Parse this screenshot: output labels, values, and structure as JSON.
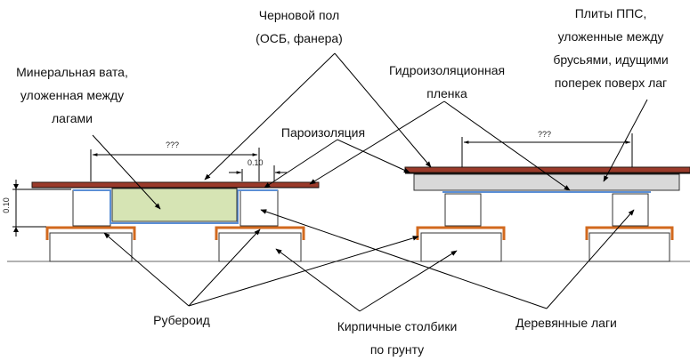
{
  "labels": {
    "subfloor_1": "Черновой пол",
    "subfloor_2": "(ОСБ, фанера)",
    "eps_1": "Плиты ППС,",
    "eps_2": "уложенные между",
    "eps_3": "брусьями, идущими",
    "eps_4": "поперек поверх лаг",
    "mineral_1": "Минеральная вата,",
    "mineral_2": "уложенная между",
    "mineral_3": "лагами",
    "waterproof_1": "Гидроизоляционная",
    "waterproof_2": "пленка",
    "vapor": "Пароизоляция",
    "ruberoid": "Рубероид",
    "piers_1": "Кирпичные столбики",
    "piers_2": "по грунту",
    "joists": "Деревянные лаги"
  },
  "dimensions": {
    "span_left": "???",
    "span_right": "???",
    "gap": "0.10",
    "height": "0.10"
  },
  "colors": {
    "subfloor": "#9a3a2a",
    "subfloor_dark": "#2a1a12",
    "insulation": "#d6e4b4",
    "eps_board": "#d9d9d9",
    "vapor_barrier": "#5b8fd6",
    "ruberoid": "#d2691e",
    "outline": "#333333"
  }
}
